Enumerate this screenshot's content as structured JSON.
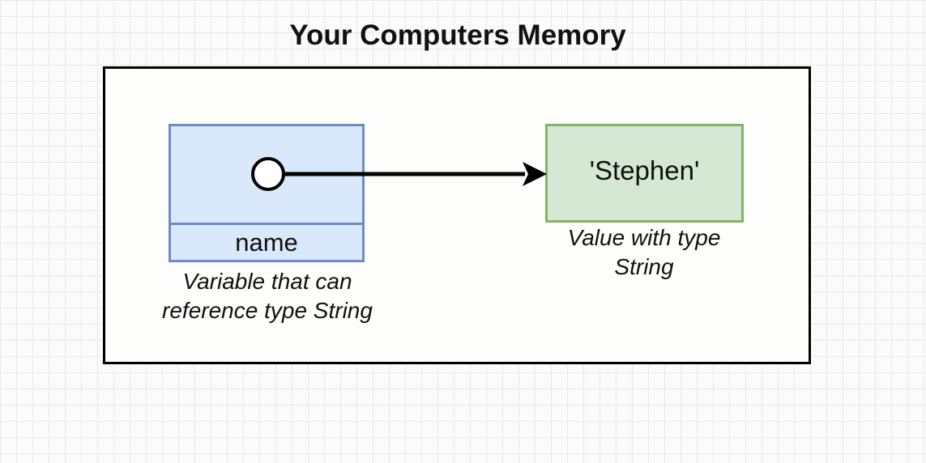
{
  "diagram": {
    "title": "Your Computers Memory",
    "variable": {
      "name": "name",
      "caption_line1": "Variable that can",
      "caption_line2": "reference type String"
    },
    "value": {
      "text": "'Stephen'",
      "caption_line1": "Value with type",
      "caption_line2": "String"
    }
  },
  "colors": {
    "variable_fill": "#dae8fc",
    "variable_stroke": "#6c8ebf",
    "value_fill": "#d5e8d4",
    "value_stroke": "#82b366",
    "frame_stroke": "#000000"
  },
  "icons": {
    "pointer_origin": "reference-circle-icon",
    "pointer_head": "arrowhead-icon"
  }
}
